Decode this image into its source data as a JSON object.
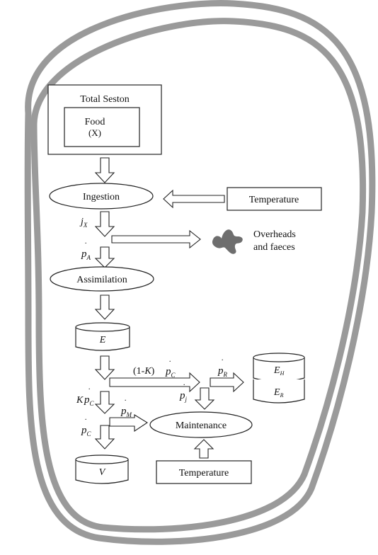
{
  "nodes": {
    "total_seston": "Total Seston",
    "food": "Food",
    "food_symbol": "(X)",
    "ingestion": "Ingestion",
    "temperature_top": "Temperature",
    "overheads": "Overheads",
    "faeces": "and faeces",
    "assimilation": "Assimilation",
    "reserve": "E",
    "maturity": "E",
    "maturity_sub": "H",
    "reproduction": "E",
    "reproduction_sub": "R",
    "maintenance": "Maintenance",
    "structure": "V",
    "temperature_bottom": "Temperature"
  },
  "flows": {
    "jx": "j",
    "jx_sub": "X",
    "pa": "p",
    "pa_sub": "A",
    "one_minus_k": "(1-",
    "k_letter": "K",
    "close_paren": ")",
    "pc_top": "p",
    "pc_top_sub": "C",
    "pr": "p",
    "pr_sub": "R",
    "pj": "p",
    "pj_sub": "j",
    "kpc_k": "K",
    "kpc_p": "p",
    "kpc_sub": "C",
    "pm": "p",
    "pm_sub": "M",
    "pc_low": "p",
    "pc_low_sub": "C"
  },
  "colors": {
    "shell": "#9a9a9a",
    "blob": "#6e6e6e",
    "stroke": "#222222"
  }
}
